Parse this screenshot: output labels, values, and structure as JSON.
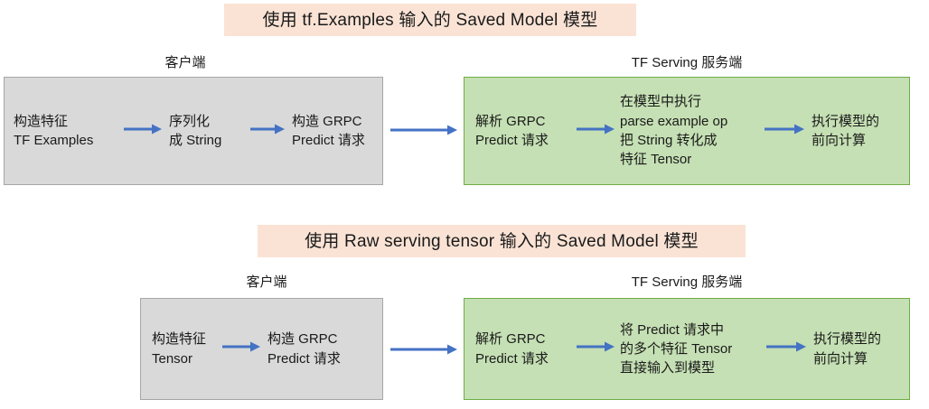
{
  "meta": {
    "accent_arrow_color": "#4472C4",
    "title_band_color": "#FAE3D5",
    "client_box_fill": "#D9D9D9",
    "client_box_border": "#A6A6A6",
    "serving_box_fill": "#C5E0B4",
    "serving_box_border": "#70AD47"
  },
  "diagrams": [
    {
      "title": "使用 tf.Examples 输入的 Saved Model 模型",
      "client": {
        "label": "客户端",
        "steps": [
          "构造特征\nTF Examples",
          "序列化\n成 String",
          "构造 GRPC\nPredict 请求"
        ]
      },
      "serving": {
        "label": "TF Serving 服务端",
        "steps": [
          "解析 GRPC\nPredict 请求",
          "在模型中执行\nparse example op\n把 String 转化成\n特征 Tensor",
          "执行模型的\n前向计算"
        ]
      }
    },
    {
      "title": "使用 Raw serving tensor  输入的 Saved Model 模型",
      "client": {
        "label": "客户端",
        "steps": [
          "构造特征\nTensor",
          "构造 GRPC\nPredict 请求"
        ]
      },
      "serving": {
        "label": "TF Serving 服务端",
        "steps": [
          "解析 GRPC\nPredict 请求",
          "将 Predict 请求中\n的多个特征 Tensor\n直接输入到模型",
          "执行模型的\n前向计算"
        ]
      }
    }
  ]
}
